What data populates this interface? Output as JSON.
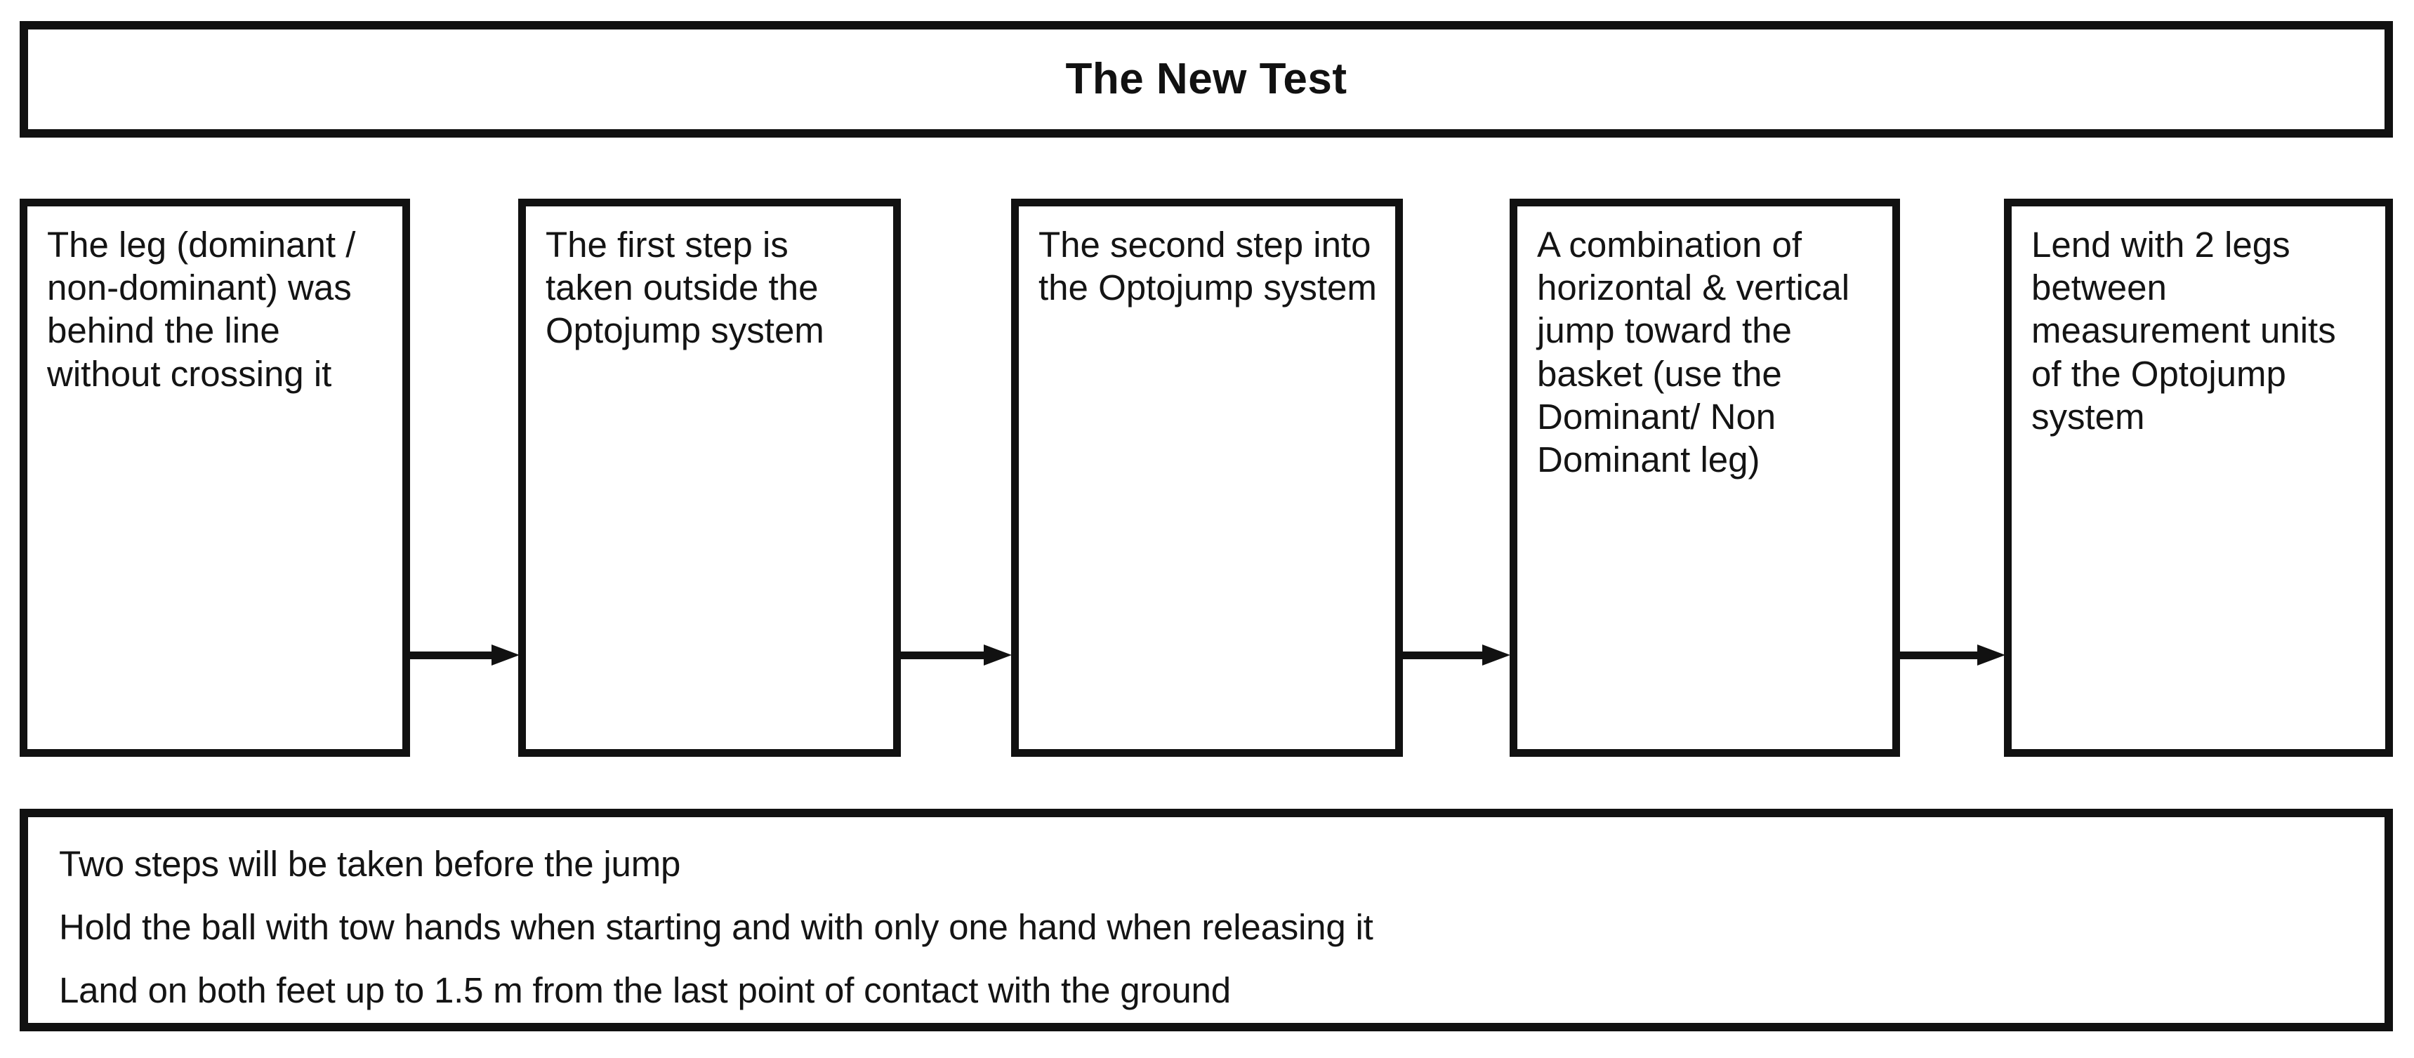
{
  "title": {
    "text": "The New Test"
  },
  "steps": [
    {
      "id": "step-1",
      "text": "The leg (dominant / non-dominant) was behind the line without crossing it"
    },
    {
      "id": "step-2",
      "text": "The first step is taken outside the Optojump system"
    },
    {
      "id": "step-3",
      "text": "The second step into the Optojump system"
    },
    {
      "id": "step-4",
      "text": "A combination of horizontal & vertical jump toward the basket (use the Dominant/ Non Dominant leg)"
    },
    {
      "id": "step-5",
      "text": "Lend with 2 legs between measurement units of the Optojump system"
    }
  ],
  "connectors": [
    {
      "id": "arrow-1",
      "from": "step-1",
      "to": "step-2",
      "glyph": "arrow-right-icon"
    },
    {
      "id": "arrow-2",
      "from": "step-2",
      "to": "step-3",
      "glyph": "arrow-right-icon"
    },
    {
      "id": "arrow-3",
      "from": "step-3",
      "to": "step-4",
      "glyph": "arrow-right-icon"
    },
    {
      "id": "arrow-4",
      "from": "step-4",
      "to": "step-5",
      "glyph": "arrow-right-icon"
    }
  ],
  "notes": {
    "lines": [
      "Two steps will be taken before the jump",
      "Hold the ball with tow hands when starting and with only one hand when releasing it",
      "Land on both feet up to 1.5 m from the last point of contact with the ground"
    ]
  },
  "colors": {
    "border": "#111111",
    "text": "#141414",
    "background": "#ffffff"
  }
}
